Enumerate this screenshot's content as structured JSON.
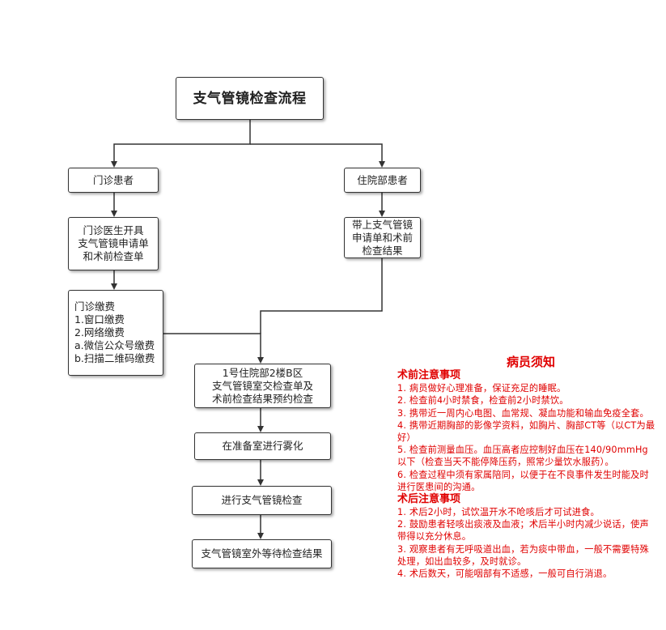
{
  "flowchart": {
    "title": "支气管镜检查流程",
    "outpatient": "门诊患者",
    "inpatient": "住院部患者",
    "outpatient_doctor": [
      "门诊医生开具",
      "支气管镜申请单",
      "和术前检查单"
    ],
    "inpatient_bring": [
      "带上支气管镜",
      "申请单和术前",
      "检查结果"
    ],
    "payment": [
      "门诊缴费",
      "1.窗口缴费",
      "2.网络缴费",
      "a.微信公众号缴费",
      "b.扫描二维码缴费"
    ],
    "appointment": [
      "1号住院部2楼B区",
      "支气管镜室交检查单及",
      "术前检查结果预约检查"
    ],
    "nebulization": "在准备室进行雾化",
    "examination": "进行支气管镜检查",
    "waiting": "支气管镜室外等待检查结果"
  },
  "notice": {
    "title": "病员须知",
    "pre_title": "术前注意事项",
    "pre_items": [
      "1. 病员做好心理准备，保证充足的睡眠。",
      "2. 检查前4小时禁食，检查前2小时禁饮。",
      "3. 携带近一周内心电图、血常规、凝血功能和输血免疫全套。",
      "4. 携带近期胸部的影像学资料，如胸片、胸部CT等（以CT为最好）",
      "5. 检查前测量血压。血压高者应控制好血压在140/90mmHg以下（检查当天不能停降压药，照常少量饮水服药）。",
      "6. 检查过程中须有家属陪同，以便于在不良事件发生时能及时进行医患间的沟通。"
    ],
    "post_title": "术后注意事项",
    "post_items": [
      "1. 术后2小时，试饮温开水不呛咳后才可试进食。",
      "2. 鼓励患者轻咳出痰液及血液；术后半小时内减少说话，使声带得以充分休息。",
      "3. 观察患者有无呼吸道出血，若为痰中带血，一般不需要特殊处理，如出血较多，及时就诊。",
      "4. 术后数天，可能咽部有不适感，一般可自行消退。"
    ]
  },
  "colors": {
    "line": "#333333",
    "notice_text": "#e00000"
  }
}
